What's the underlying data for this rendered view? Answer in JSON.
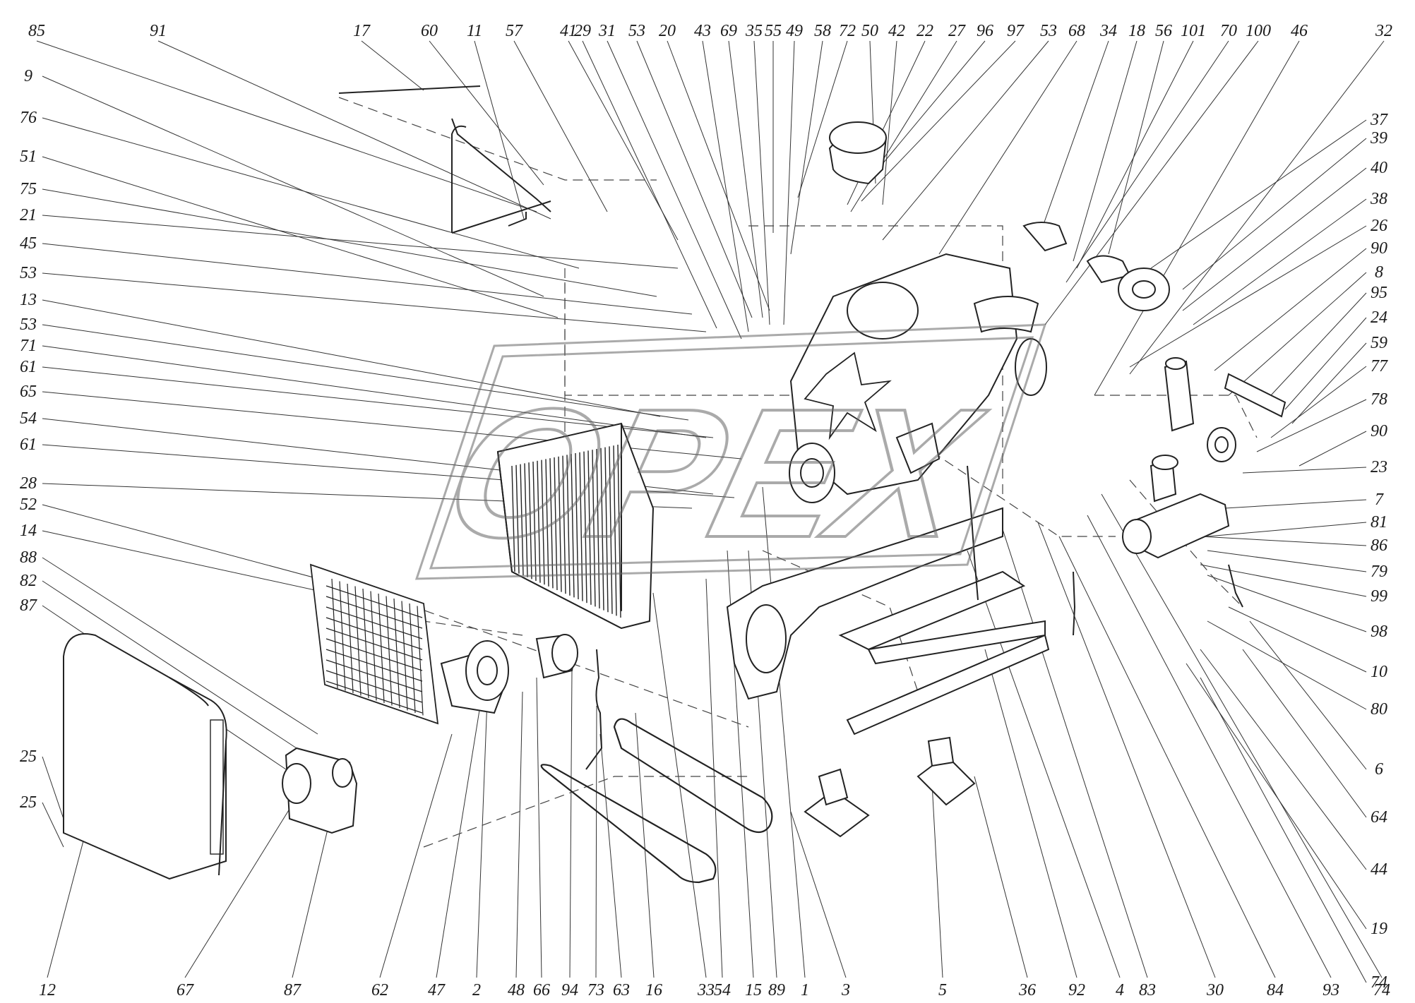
{
  "watermark": "OPEX",
  "labels": {
    "top": [
      "85",
      "91",
      "17",
      "60",
      "11",
      "57",
      "41",
      "29",
      "31",
      "53",
      "20",
      "43",
      "69",
      "35",
      "55",
      "49",
      "58",
      "72",
      "50",
      "42",
      "22",
      "27",
      "96",
      "97",
      "53",
      "68",
      "34",
      "18",
      "56",
      "101",
      "70",
      "100",
      "46",
      "32"
    ],
    "left": [
      "9",
      "76",
      "51",
      "75",
      "21",
      "45",
      "53",
      "13",
      "53",
      "71",
      "61",
      "65",
      "54",
      "61",
      "28",
      "52",
      "14",
      "88",
      "82",
      "87",
      "25",
      "25"
    ],
    "right": [
      "37",
      "39",
      "40",
      "38",
      "26",
      "90",
      "8",
      "95",
      "24",
      "59",
      "77",
      "78",
      "90",
      "23",
      "7",
      "81",
      "86",
      "79",
      "99",
      "98",
      "10",
      "80",
      "6",
      "64",
      "44",
      "19",
      "74"
    ],
    "bottom": [
      "12",
      "67",
      "87",
      "62",
      "47",
      "2",
      "48",
      "66",
      "94",
      "73",
      "63",
      "16",
      "33",
      "54",
      "15",
      "89",
      "1",
      "3",
      "5",
      "36",
      "92",
      "4",
      "83",
      "30",
      "84",
      "93",
      "74"
    ]
  },
  "colors": {
    "line": "#2a2a2a",
    "watermark": "#555555",
    "background": "#ffffff"
  }
}
